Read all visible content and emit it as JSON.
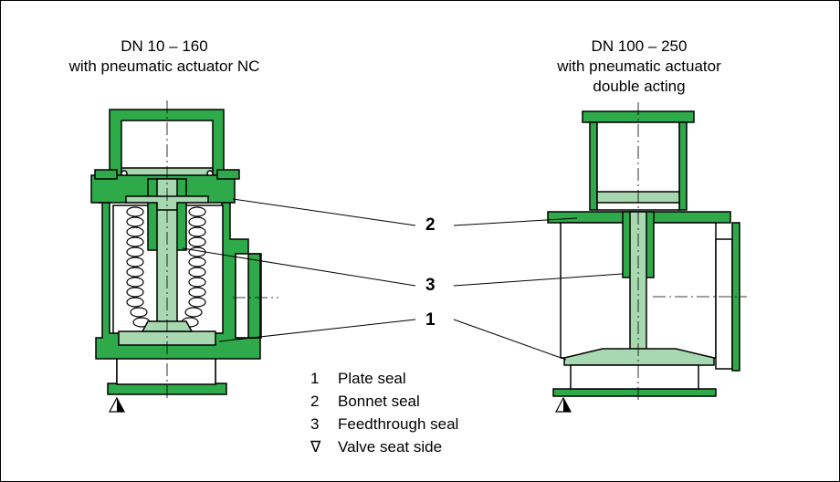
{
  "colors": {
    "body_green": "#2eaa4a",
    "internal_green": "#a8d8b0",
    "outline": "#000000",
    "background": "#ffffff"
  },
  "left_valve": {
    "title_line1": "DN 10 – 160",
    "title_line2": "with pneumatic actuator NC"
  },
  "right_valve": {
    "title_line1": "DN 100 – 250",
    "title_line2": "with pneumatic actuator",
    "title_line3": "double acting"
  },
  "callouts": [
    "2",
    "3",
    "1"
  ],
  "legend": [
    {
      "key": "1",
      "text": "Plate seal"
    },
    {
      "key": "2",
      "text": "Bonnet seal"
    },
    {
      "key": "3",
      "text": "Feedthrough seal"
    },
    {
      "key": "∇",
      "text": "Valve seat side"
    }
  ],
  "icons": {
    "seat_marker": "valve-seat-triangle-icon"
  }
}
